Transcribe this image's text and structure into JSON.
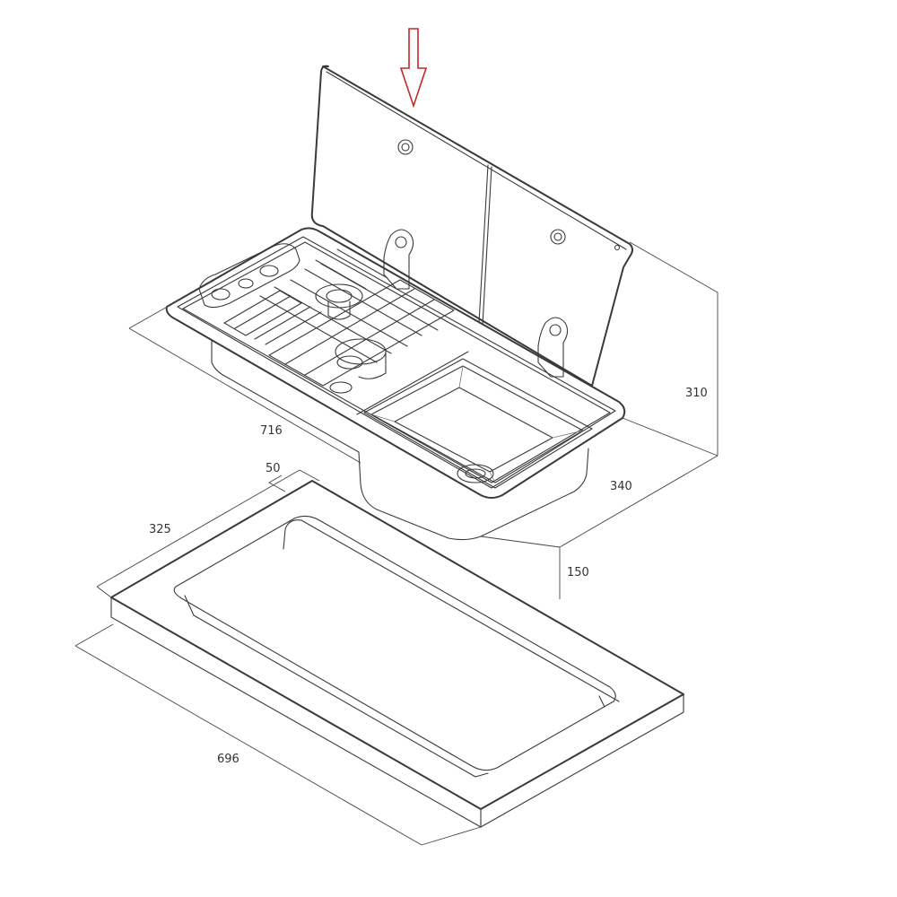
{
  "diagram": {
    "dimensions": {
      "overall_length": "716",
      "depth_top": "340",
      "lid_height": "310",
      "body_depth": "150",
      "cutout_length": "696",
      "cutout_width": "325",
      "cutout_offset": "50"
    },
    "colors": {
      "line": "#3a3a3a",
      "arrow": "#c62828",
      "background": "#ffffff"
    },
    "icons": {
      "indicator": "down-arrow-icon"
    }
  }
}
